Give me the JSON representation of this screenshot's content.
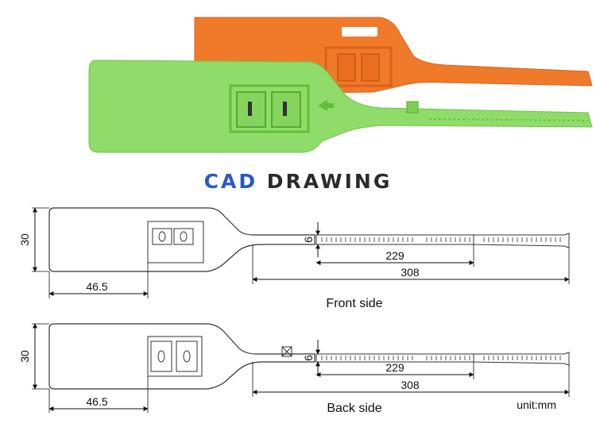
{
  "title": {
    "part1": "CAD",
    "part2": "DRAWING"
  },
  "front": {
    "caption": "Front side",
    "dims": {
      "height": "30",
      "width": "46.5",
      "strap_width": "6",
      "strap": "229",
      "total": "308"
    }
  },
  "back": {
    "caption": "Back side",
    "dims": {
      "height": "30",
      "width": "46.5",
      "strap_width": "6",
      "strap": "229",
      "total": "308"
    }
  },
  "unit_label": "unit:mm",
  "colors": {
    "orange_seal": "#f07a2a",
    "green_seal": "#8fdc6a",
    "title_blue": "#2c57c7"
  }
}
